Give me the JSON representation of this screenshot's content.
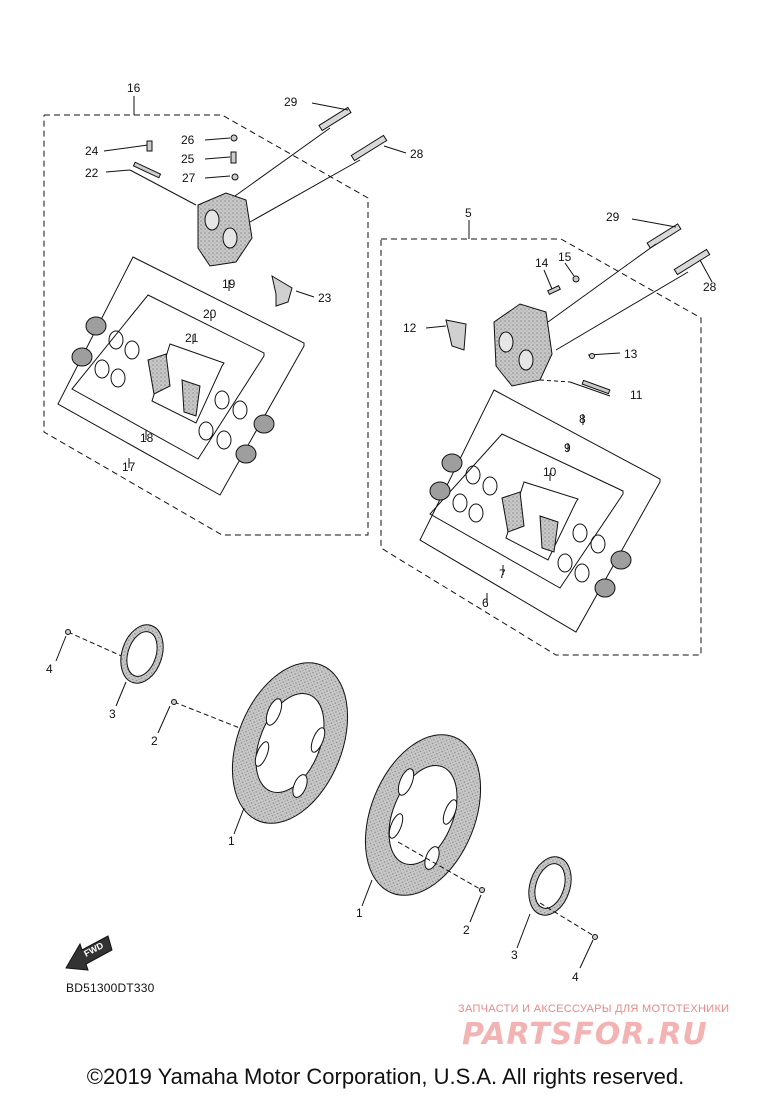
{
  "diagram": {
    "callouts": {
      "c16": "16",
      "c24": "24",
      "c26": "26",
      "c25": "25",
      "c22": "22",
      "c27": "27",
      "c29a": "29",
      "c28a": "28",
      "c19": "19",
      "c20": "20",
      "c21": "21",
      "c23": "23",
      "c18": "18",
      "c17": "17",
      "c5": "5",
      "c29b": "29",
      "c14": "14",
      "c15": "15",
      "c28b": "28",
      "c12": "12",
      "c13": "13",
      "c11": "11",
      "c8": "8",
      "c9": "9",
      "c10": "10",
      "c7": "7",
      "c6": "6",
      "c4a": "4",
      "c3a": "3",
      "c2a": "2",
      "c1a": "1",
      "c1b": "1",
      "c2b": "2",
      "c3b": "3",
      "c4b": "4"
    },
    "fwd_label": "FWD",
    "diagram_code": "BD51300DT330"
  },
  "watermark": {
    "tagline": "ЗАПЧАСТИ И АКСЕССУАРЫ ДЛЯ МОТОТЕХНИКИ",
    "logo": "PARTSFOR.RU"
  },
  "copyright": "©2019 Yamaha Motor Corporation, U.S.A. All rights reserved.",
  "colors": {
    "line": "#111111",
    "part_fill": "#bdbdbd",
    "watermark": "#f3b3b3"
  }
}
